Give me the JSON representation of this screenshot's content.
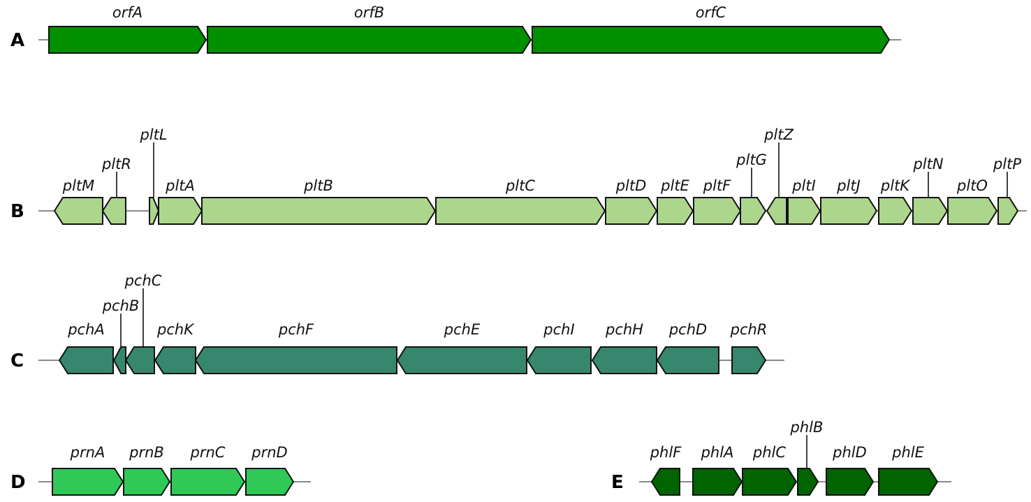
{
  "colors": {
    "A": "#009000",
    "B": "#acd68b",
    "C": "#36876d",
    "D": "#30c958",
    "E": "#006400"
  },
  "panels": [
    {
      "label": "A",
      "genes": [
        {
          "name": "orfA",
          "dir": "fwd"
        },
        {
          "name": "orfB",
          "dir": "fwd"
        },
        {
          "name": "orfC",
          "dir": "fwd"
        }
      ]
    },
    {
      "label": "B",
      "genes": [
        {
          "name": "pltM",
          "dir": "rev"
        },
        {
          "name": "pltR",
          "dir": "rev"
        },
        {
          "name": "pltL",
          "dir": "fwd"
        },
        {
          "name": "pltA",
          "dir": "fwd"
        },
        {
          "name": "pltB",
          "dir": "fwd"
        },
        {
          "name": "pltC",
          "dir": "fwd"
        },
        {
          "name": "pltD",
          "dir": "fwd"
        },
        {
          "name": "pltE",
          "dir": "fwd"
        },
        {
          "name": "pltF",
          "dir": "fwd"
        },
        {
          "name": "pltG",
          "dir": "fwd"
        },
        {
          "name": "pltZ",
          "dir": "rev"
        },
        {
          "name": "pltI",
          "dir": "fwd"
        },
        {
          "name": "pltJ",
          "dir": "fwd"
        },
        {
          "name": "pltK",
          "dir": "fwd"
        },
        {
          "name": "pltN",
          "dir": "fwd"
        },
        {
          "name": "pltO",
          "dir": "fwd"
        },
        {
          "name": "pltP",
          "dir": "fwd"
        }
      ]
    },
    {
      "label": "C",
      "genes": [
        {
          "name": "pchA",
          "dir": "rev"
        },
        {
          "name": "pchB",
          "dir": "rev"
        },
        {
          "name": "pchC",
          "dir": "rev"
        },
        {
          "name": "pchK",
          "dir": "rev"
        },
        {
          "name": "pchF",
          "dir": "rev"
        },
        {
          "name": "pchE",
          "dir": "rev"
        },
        {
          "name": "pchI",
          "dir": "rev"
        },
        {
          "name": "pchH",
          "dir": "rev"
        },
        {
          "name": "pchD",
          "dir": "rev"
        },
        {
          "name": "pchR",
          "dir": "fwd"
        }
      ]
    },
    {
      "label": "D",
      "genes": [
        {
          "name": "prnA",
          "dir": "fwd"
        },
        {
          "name": "prnB",
          "dir": "fwd"
        },
        {
          "name": "prnC",
          "dir": "fwd"
        },
        {
          "name": "prnD",
          "dir": "fwd"
        }
      ]
    },
    {
      "label": "E",
      "genes": [
        {
          "name": "phlF",
          "dir": "rev"
        },
        {
          "name": "phlA",
          "dir": "fwd"
        },
        {
          "name": "phlC",
          "dir": "fwd"
        },
        {
          "name": "phlB",
          "dir": "fwd"
        },
        {
          "name": "phlD",
          "dir": "fwd"
        },
        {
          "name": "phlE",
          "dir": "fwd"
        }
      ]
    }
  ]
}
